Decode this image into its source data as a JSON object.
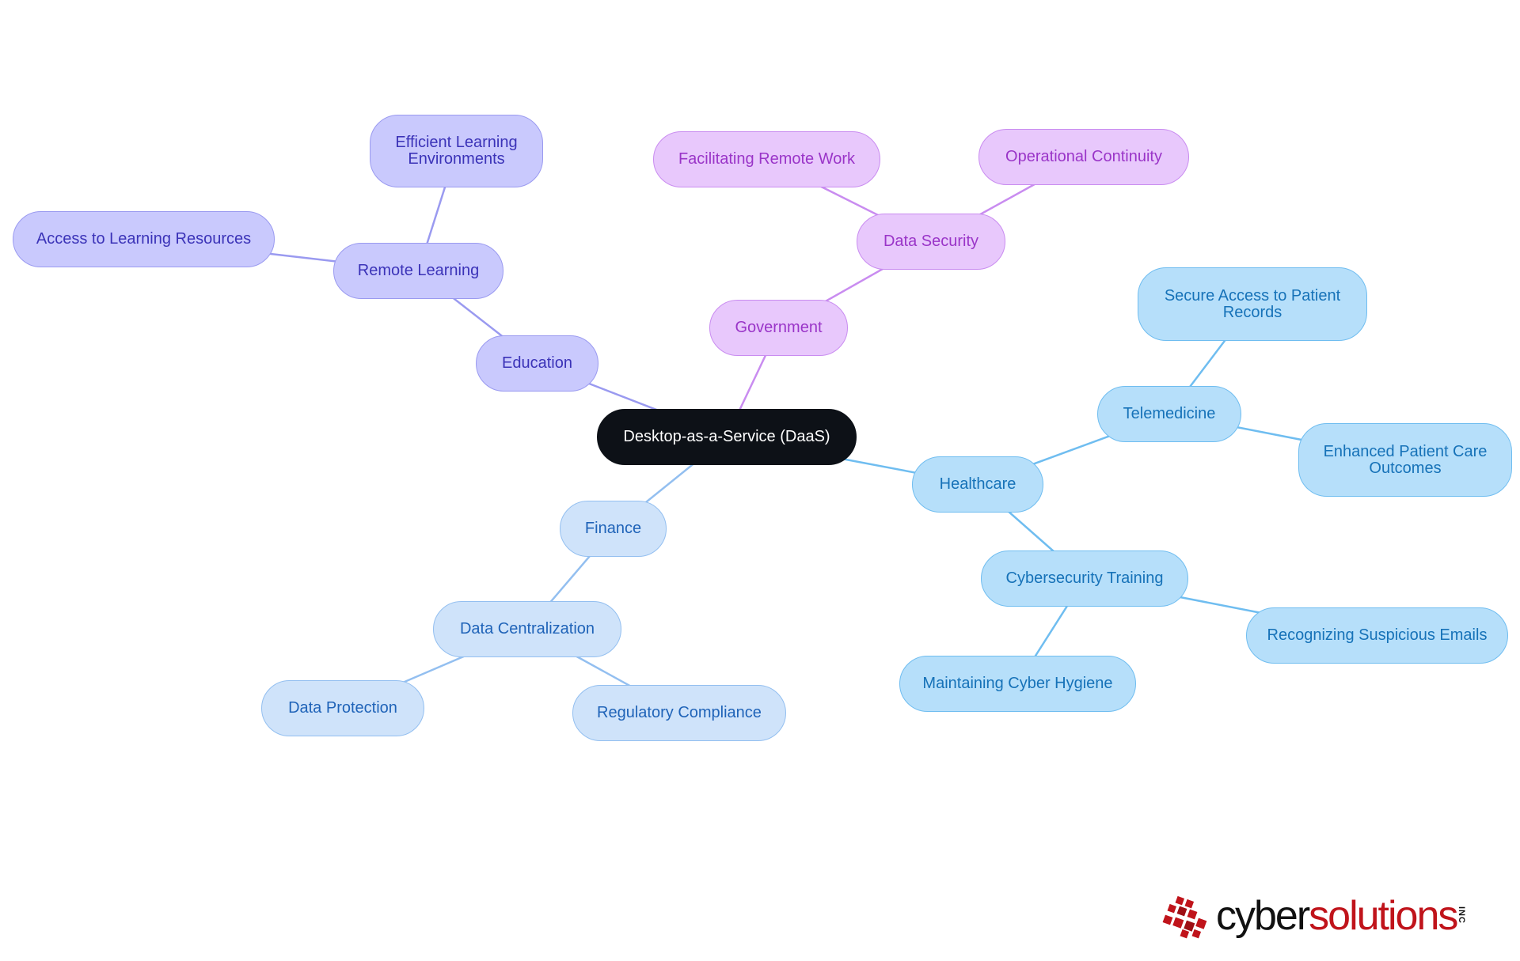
{
  "diagram": {
    "root": "Desktop-as-a-Service (DaaS)",
    "education": {
      "label": "Education",
      "remote_learning": "Remote Learning",
      "efficient_learning": "Efficient Learning Environments",
      "access_resources": "Access to Learning Resources"
    },
    "government": {
      "label": "Government",
      "data_security": "Data Security",
      "remote_work": "Facilitating Remote Work",
      "continuity": "Operational Continuity"
    },
    "finance": {
      "label": "Finance",
      "data_centralization": "Data Centralization",
      "data_protection": "Data Protection",
      "regulatory_compliance": "Regulatory Compliance"
    },
    "healthcare": {
      "label": "Healthcare",
      "telemedicine": "Telemedicine",
      "secure_access": "Secure Access to Patient Records",
      "patient_care": "Enhanced Patient Care Outcomes",
      "cyber_training": "Cybersecurity Training",
      "suspicious_emails": "Recognizing Suspicious Emails",
      "cyber_hygiene": "Maintaining Cyber Hygiene"
    }
  },
  "logo": {
    "word_dark": "cyber",
    "word_red": "solutions",
    "suffix": "INC",
    "colors": {
      "dark": "#111111",
      "red": "#c0141b"
    }
  },
  "colors": {
    "education_edge": "#9a9af0",
    "government_edge": "#c98cf0",
    "finance_edge": "#93bff0",
    "healthcare_edge": "#6fbdf0"
  }
}
